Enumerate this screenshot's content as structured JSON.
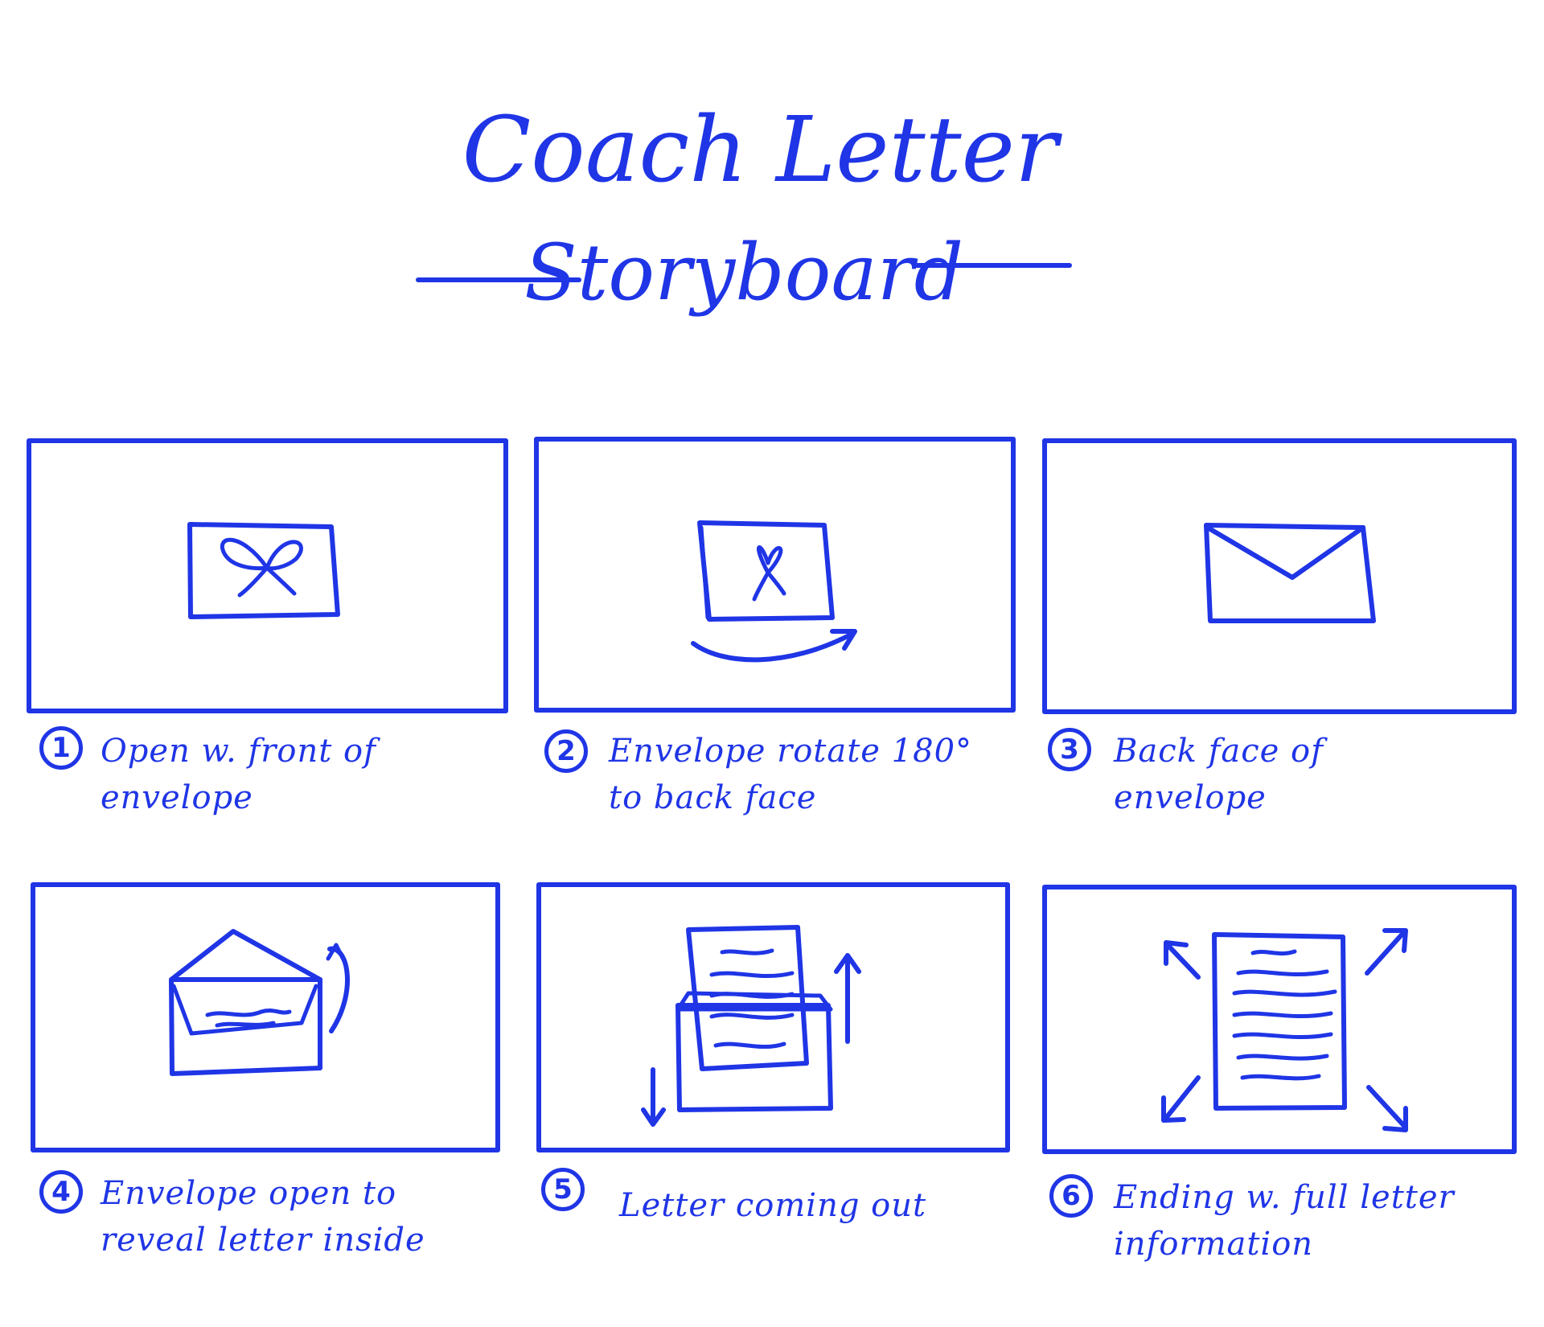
{
  "title": {
    "line1": "Coach Letter",
    "line2": "Storyboard"
  },
  "ink_color": "#1f35e6",
  "panels": [
    {
      "number": "1",
      "caption": "Open w. front of\nenvelope",
      "sketch": "envelope-front-with-bow"
    },
    {
      "number": "2",
      "caption": "Envelope rotate 180°\nto back face",
      "sketch": "envelope-rotating-with-curved-arrow"
    },
    {
      "number": "3",
      "caption": "Back face of\nenvelope",
      "sketch": "envelope-back"
    },
    {
      "number": "4",
      "caption": "Envelope open to\nreveal letter inside",
      "sketch": "open-envelope-with-letter"
    },
    {
      "number": "5",
      "caption": "Letter coming out",
      "sketch": "letter-sliding-out-of-envelope"
    },
    {
      "number": "6",
      "caption": "Ending w. full letter\ninformation",
      "sketch": "full-letter-with-expand-arrows"
    }
  ]
}
